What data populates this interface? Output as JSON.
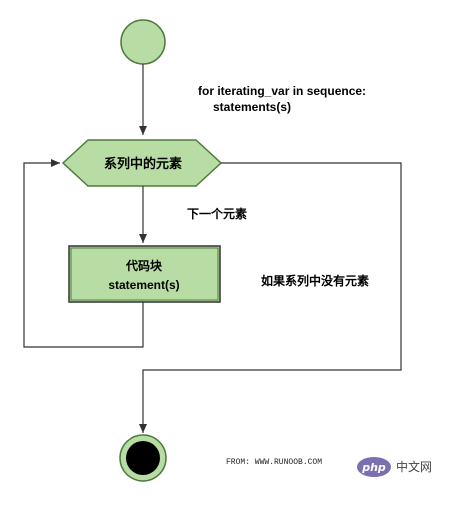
{
  "code": {
    "line1": "for iterating_var in sequence:",
    "line2": "statements(s)"
  },
  "decision": {
    "label": "系列中的元素"
  },
  "edge": {
    "next": "下一个元素",
    "empty": "如果系列中没有元素"
  },
  "block": {
    "line1": "代码块",
    "line2": "statement(s)"
  },
  "source": "FROM: WWW.RUNOOB.COM",
  "watermark": {
    "logo": "php",
    "site": "中文网"
  },
  "colors": {
    "node_fill": "#b8dda4",
    "node_stroke": "#4f7a3e",
    "line": "#333333",
    "end_fill": "#000000",
    "watermark_logo_bg": "#7b6fb0"
  }
}
